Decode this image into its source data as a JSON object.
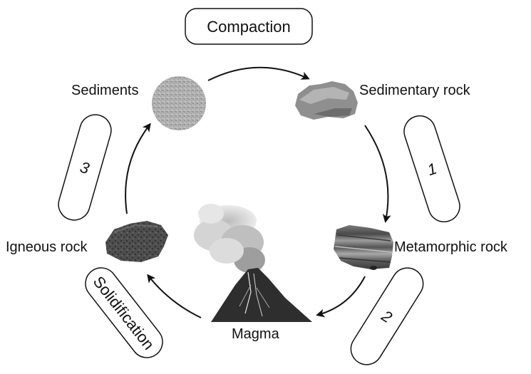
{
  "labels": {
    "compaction": "Compaction",
    "sediments": "Sediments",
    "sedimentary_rock": "Sedimentary rock",
    "metamorphic_rock": "Metamorphic rock",
    "igneous_rock": "Igneous rock",
    "magma": "Magma",
    "solidification": "Solidification",
    "step_1": "1",
    "step_2": "2",
    "step_3": "3"
  },
  "colors": {
    "stroke": "#111111",
    "rock_dark": "#4a4a4a",
    "rock_light": "#9a9a9a",
    "sand": "#b8b8b8",
    "smoke": "#c9c9c9"
  },
  "icons": [
    "sand-texture-icon",
    "sedimentary-rock-icon",
    "metamorphic-rock-icon",
    "igneous-rock-icon",
    "volcano-icon"
  ]
}
